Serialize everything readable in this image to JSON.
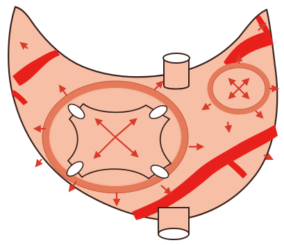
{
  "diagram": {
    "kind": "illustration",
    "text_labels": [],
    "colors": {
      "background": "#ffffff",
      "tissue_fill": "#f6bfa6",
      "tissue_outline": "#3a1f1a",
      "band_red": "#e8201c",
      "ring": "#e47a5a",
      "ring_inner": "#f4b89c",
      "arrow": "#d93a2a",
      "vessel_fill": "#ffffff",
      "vessel_outline": "#3a1f1a"
    },
    "icons": {
      "body": "crescent-tissue-shape",
      "large_ring": "large-ring-with-cross-vessel",
      "small_ring": "small-ring-with-arrows",
      "top_vessel": "tube-stub",
      "bottom_vessel": "tube-stub"
    },
    "arrow_count": 24
  }
}
